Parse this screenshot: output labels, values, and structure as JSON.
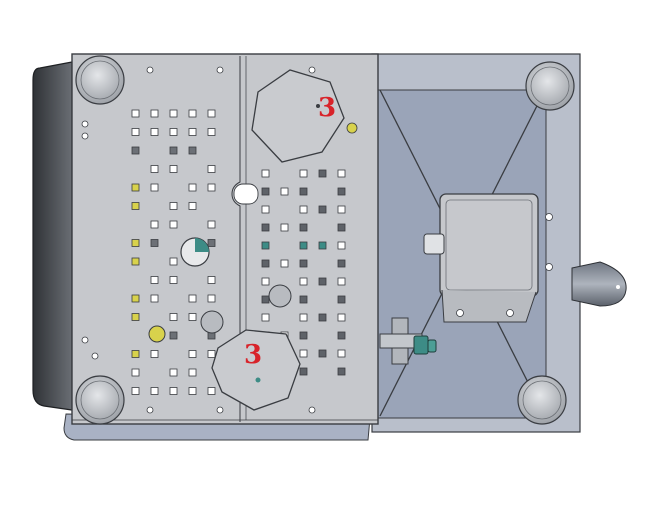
{
  "callouts": [
    {
      "id": "upper",
      "label": "3"
    },
    {
      "id": "lower",
      "label": "3"
    }
  ],
  "colors": {
    "background": "#ffffff",
    "plate": "#c6c8cc",
    "plate_dark": "#8f9399",
    "cavity": "#9aa4b8",
    "frame": "#b9bfcb",
    "edge": "#3a3d42",
    "side_panel": "#4c5056",
    "callout": "#d8232a",
    "hole_yellow": "#d8d24c",
    "hole_teal": "#3d8c86"
  },
  "icons": [
    "hex-boss",
    "round-foot",
    "t-fitting",
    "cylindrical-knob"
  ]
}
